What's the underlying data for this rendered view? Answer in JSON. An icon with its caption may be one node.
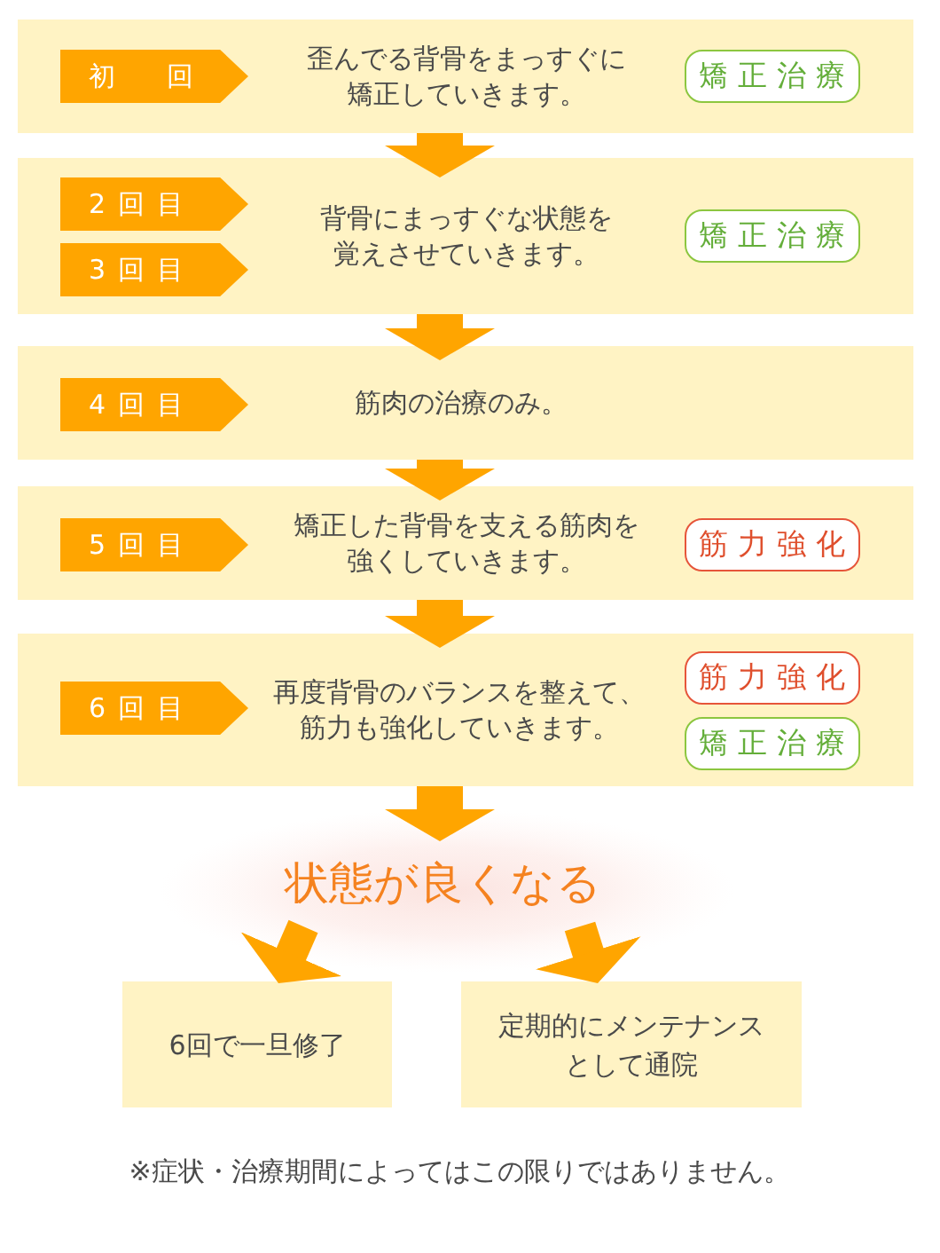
{
  "diagram": {
    "nodes": [
      {
        "text": [
          "歪んでる背骨をまっすぐに矯正していきます。"
        ]
      },
      {
        "text": [
          "初　回"
        ],
        "in": 0
      },
      {
        "text": [
          "矯正治療"
        ],
        "in": 0
      },
      {
        "text": [
          "背骨にまっすぐな状態を覚えさせていきます。"
        ]
      },
      {
        "text": [
          "2回目"
        ],
        "in": 3
      },
      {
        "text": [
          "3回目"
        ],
        "in": 3
      },
      {
        "text": [
          "矯正治療"
        ],
        "in": 3
      },
      {
        "text": [
          "筋肉の治療のみ。"
        ]
      },
      {
        "text": [
          "4回目"
        ],
        "in": 7
      },
      {
        "text": [
          "矯正した背骨を支える筋肉を強くしていきます。"
        ]
      },
      {
        "text": [
          "5回目"
        ],
        "in": 9
      },
      {
        "text": [
          "筋力強化"
        ],
        "in": 9
      },
      {
        "text": [
          "再度背骨のバランスを整えて、筋力も強化していきます。"
        ]
      },
      {
        "text": [
          "6回目"
        ],
        "in": 12
      },
      {
        "text": [
          "筋力強化"
        ],
        "in": 12
      },
      {
        "text": [
          "矯正治療"
        ],
        "in": 12
      },
      {
        "text": [
          "状態が良くなる"
        ]
      },
      {
        "text": [
          "6回で一旦修了"
        ]
      },
      {
        "text": [
          "定期的にメンテナンスとして通院"
        ]
      }
    ],
    "edges": [
      {
        "from": 0,
        "to": 3,
        "arrow": "to"
      },
      {
        "from": 3,
        "to": 7,
        "arrow": "to"
      },
      {
        "from": 7,
        "to": 9,
        "arrow": "to"
      },
      {
        "from": 9,
        "to": 12,
        "arrow": "to"
      },
      {
        "from": 12,
        "to": 16,
        "arrow": "to"
      },
      {
        "from": 16,
        "to": 17,
        "arrow": "to"
      },
      {
        "from": 16,
        "to": 18,
        "arrow": "to"
      }
    ],
    "labels": [
      "※症状・治療期間によってはこの限りではありません。"
    ]
  }
}
